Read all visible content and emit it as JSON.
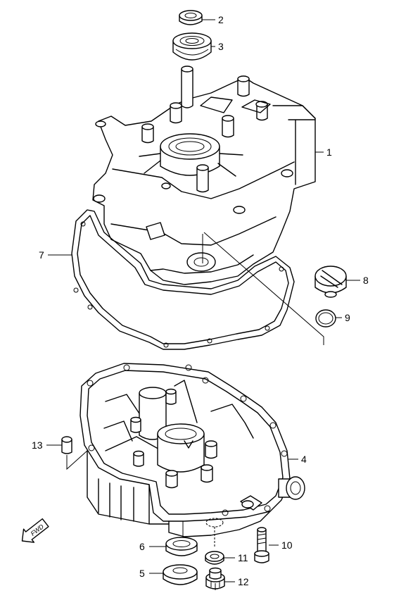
{
  "callouts": [
    {
      "id": "c1",
      "label": "1"
    },
    {
      "id": "c2",
      "label": "2"
    },
    {
      "id": "c3",
      "label": "3"
    },
    {
      "id": "c4",
      "label": "4"
    },
    {
      "id": "c5",
      "label": "5"
    },
    {
      "id": "c6",
      "label": "6"
    },
    {
      "id": "c7",
      "label": "7"
    },
    {
      "id": "c8",
      "label": "8"
    },
    {
      "id": "c9",
      "label": "9"
    },
    {
      "id": "c10",
      "label": "10"
    },
    {
      "id": "c11",
      "label": "11"
    },
    {
      "id": "c12",
      "label": "12"
    },
    {
      "id": "c13",
      "label": "13"
    }
  ],
  "direction_arrow": {
    "label": "FWD"
  }
}
